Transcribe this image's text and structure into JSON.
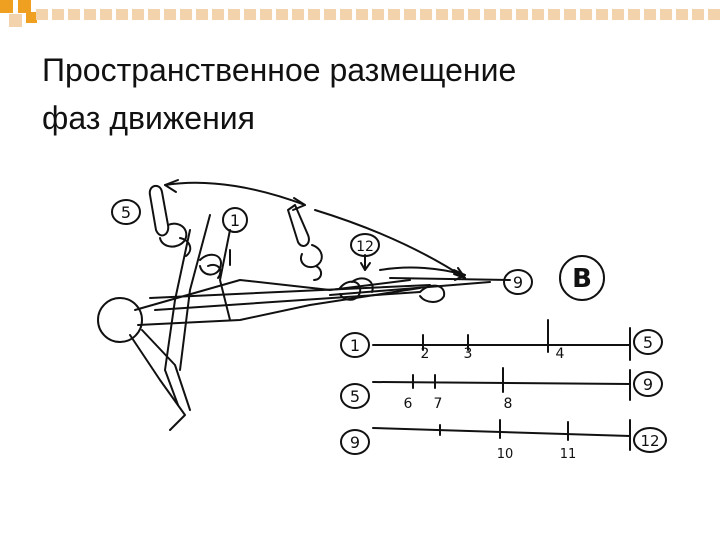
{
  "title": {
    "line1": "Пространственное размещение",
    "line2": "фаз движения"
  },
  "accent_colors": {
    "deco_orange": "#f0a020",
    "deco_light": "#f3d3ac",
    "ink": "#111111"
  },
  "figure": {
    "letter": "B",
    "labels": {
      "phase_5": "5",
      "phase_1": "1",
      "phase_12": "12",
      "phase_9": "9"
    },
    "timelines": [
      {
        "start": "1",
        "end": "5",
        "ticks": [
          "2",
          "3",
          "4"
        ]
      },
      {
        "start": "5",
        "end": "9",
        "ticks": [
          "6",
          "7",
          "8"
        ]
      },
      {
        "start": "9",
        "end": "12",
        "ticks": [
          "10",
          "11"
        ]
      }
    ]
  }
}
